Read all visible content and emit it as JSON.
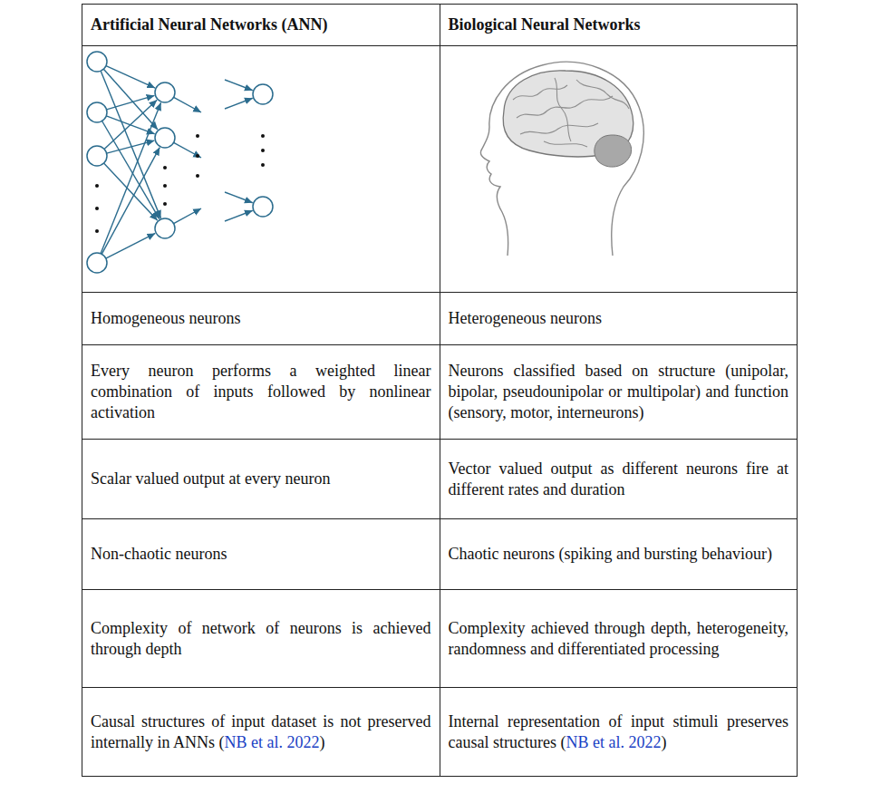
{
  "diagram": {
    "labels": [
      "Artificial Neural Networks (ANN)",
      "Biological Neural Networks",
      "Homogeneous neurons",
      "Heterogeneous neurons",
      "Every neuron performs a weighted linear combination of inputs followed by nonlinear activation",
      "Neurons classified based on structure (unipolar, bipolar, pseudounipolar or multipolar) and function (sensory, motor, interneurons)",
      "Scalar valued output at every neuron",
      "Vector valued output as different neurons fire at different rates and duration",
      "Non-chaotic neurons",
      "Chaotic neurons (spiking and bursting behaviour)",
      "Complexity of network of neurons is achieved through depth",
      "Complexity achieved through depth, heterogeneity, randomness and differentiated processing",
      "Causal structures of input dataset is not preserved internally in ANNs (NB et al. 2022)",
      "Internal representation of input stimuli preserves causal structures (NB et al. 2022)"
    ]
  }
}
